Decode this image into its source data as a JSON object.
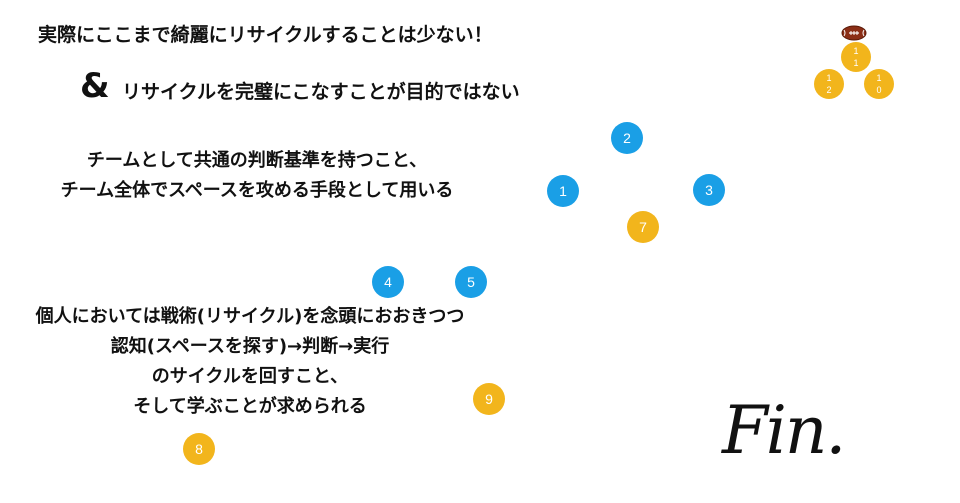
{
  "heading": {
    "line1": "実際にここまで綺麗にリサイクルすることは少ない！",
    "ampersand": "&",
    "line2": "リサイクルを完璧にこなすことが目的ではない"
  },
  "team_block": {
    "lines": [
      "チームとして共通の判断基準を持つこと、",
      "チーム全体でスペースを攻める手段として用いる"
    ]
  },
  "individual_block": {
    "lines": [
      "個人においては戦術(リサイクル)を念頭におおきつつ",
      "認知(スペースを探す)→判断→実行",
      "のサイクルを回すこと、",
      "そして学ぶことが求められる"
    ]
  },
  "players": [
    {
      "label": "1",
      "team": "blue"
    },
    {
      "label": "2",
      "team": "blue"
    },
    {
      "label": "3",
      "team": "blue"
    },
    {
      "label": "4",
      "team": "blue"
    },
    {
      "label": "5",
      "team": "blue"
    },
    {
      "label": "7",
      "team": "gold"
    },
    {
      "label": "8",
      "team": "gold"
    },
    {
      "label": "9",
      "team": "gold"
    }
  ],
  "mini_players": [
    {
      "top": "1",
      "bottom": "1"
    },
    {
      "top": "1",
      "bottom": "2"
    },
    {
      "top": "1",
      "bottom": "0"
    }
  ],
  "ball_icon": "football-icon",
  "closing": "Fin.",
  "colors": {
    "blue": "#1a9fe6",
    "gold": "#f2b51c",
    "text": "#111111"
  }
}
